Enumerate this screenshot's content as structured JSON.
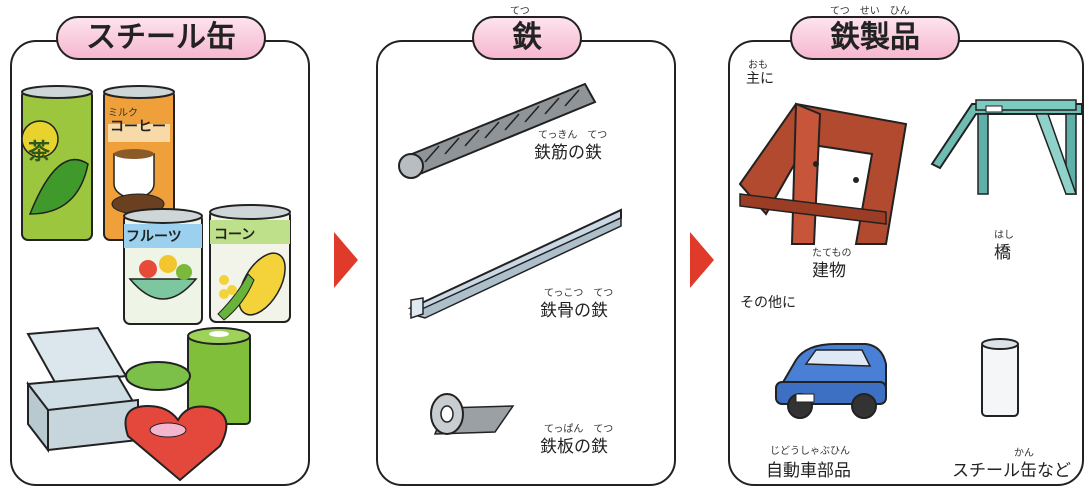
{
  "panels": {
    "steel_can": {
      "title": "スチール缶",
      "items": {
        "tea_char": "茶",
        "milk_ruby": "ミルク",
        "coffee": "コーヒー",
        "fruits": "フルーツ",
        "corn": "コーン"
      }
    },
    "iron": {
      "title": "鉄",
      "title_ruby": "てつ",
      "items": [
        {
          "label": "鉄筋の鉄",
          "ruby": "てっきん　てつ"
        },
        {
          "label": "鉄骨の鉄",
          "ruby": "てっこつ　てつ"
        },
        {
          "label": "鉄板の鉄",
          "ruby": "てっぱん　てつ"
        }
      ]
    },
    "iron_products": {
      "title": "鉄製品",
      "title_ruby": "てつ　せい　ひん",
      "main_label": "主に",
      "main_ruby": "おも",
      "building": {
        "label": "建物",
        "ruby": "たてもの"
      },
      "bridge": {
        "label": "橋",
        "ruby": "はし"
      },
      "others_label": "その他に",
      "car_parts": {
        "label": "自動車部品",
        "ruby": "じどうしゃぶひん"
      },
      "steel_cans": {
        "label": "スチール缶など",
        "ruby": "かん"
      }
    }
  },
  "colors": {
    "arrow": "#e03a2a",
    "title_pill": "#f6b7cf",
    "steel_frame": "#a8402c",
    "bridge": "#5fb0a8",
    "car": "#4a7fd6"
  }
}
